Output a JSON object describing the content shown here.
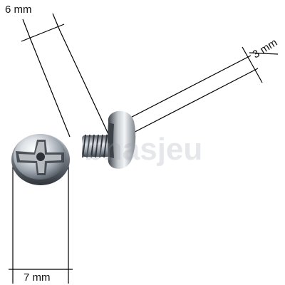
{
  "image": {
    "subject": "Two Phillips pan-head screws",
    "dimensions": {
      "top": "6 mm",
      "right": "3 mm",
      "bottom": "7 mm"
    },
    "watermark": "bnasjeu",
    "colors": {
      "background": "#ffffff",
      "metal_light": "#f0f2f4",
      "metal_mid": "#a9b0b8",
      "metal_dark": "#4a5058",
      "line": "#000000"
    }
  }
}
